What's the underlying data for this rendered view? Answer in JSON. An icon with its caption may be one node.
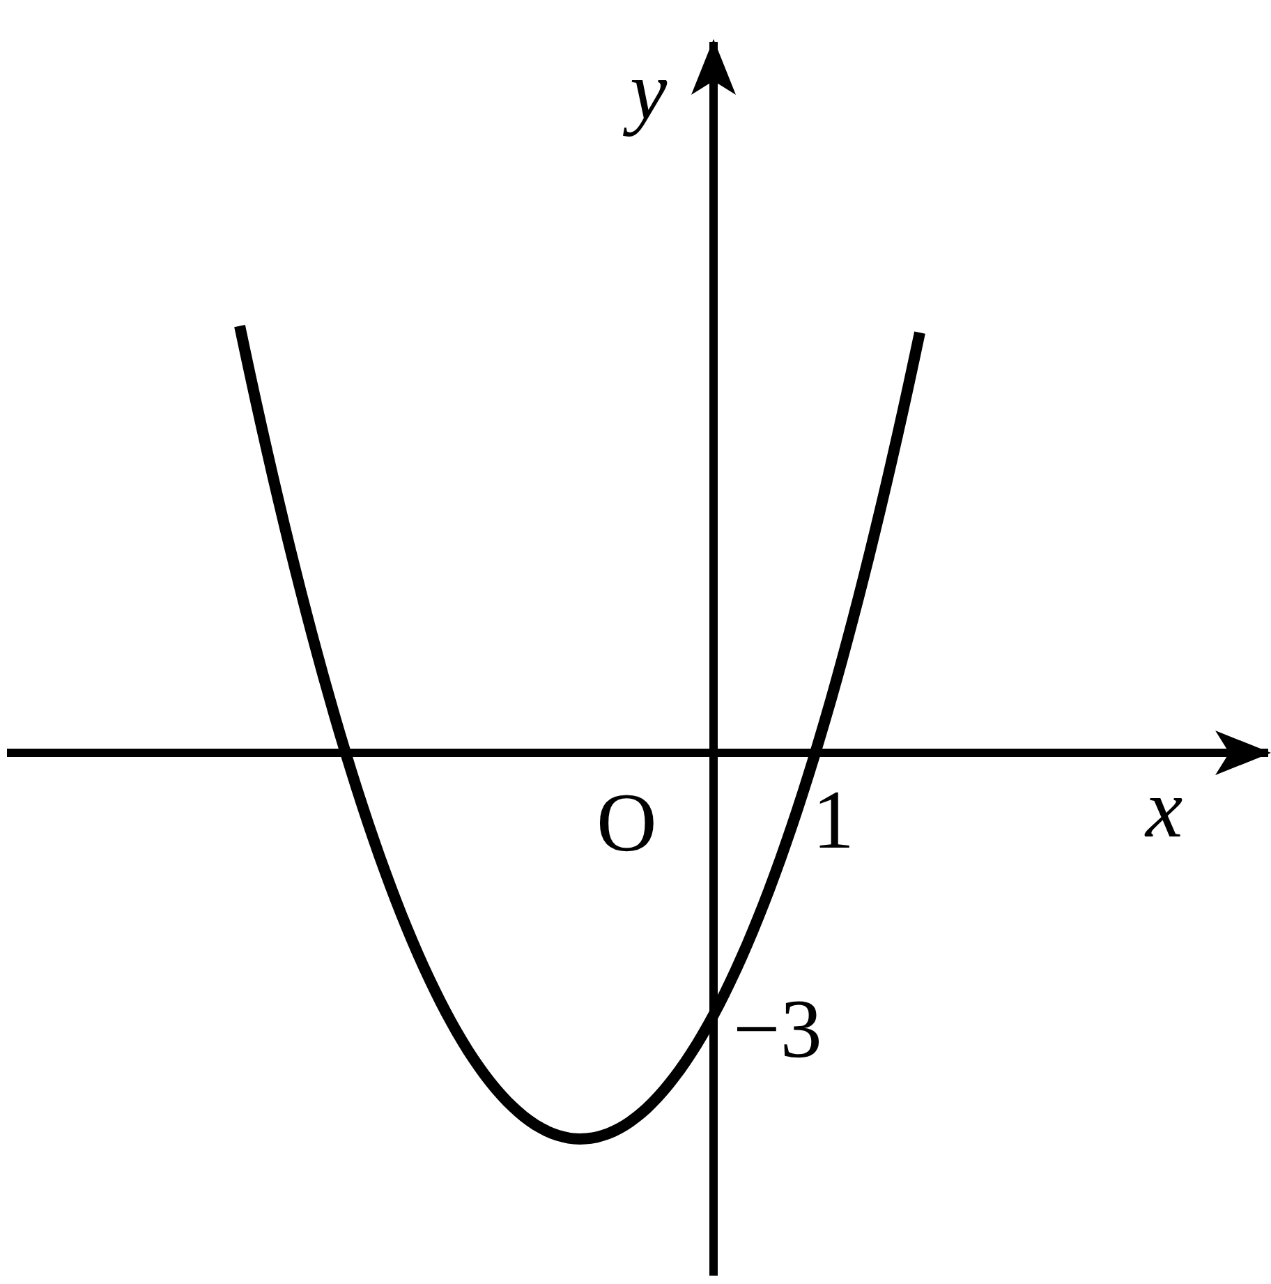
{
  "diagram": {
    "labels": [
      "y",
      "x",
      "O",
      "1",
      "−3"
    ]
  }
}
